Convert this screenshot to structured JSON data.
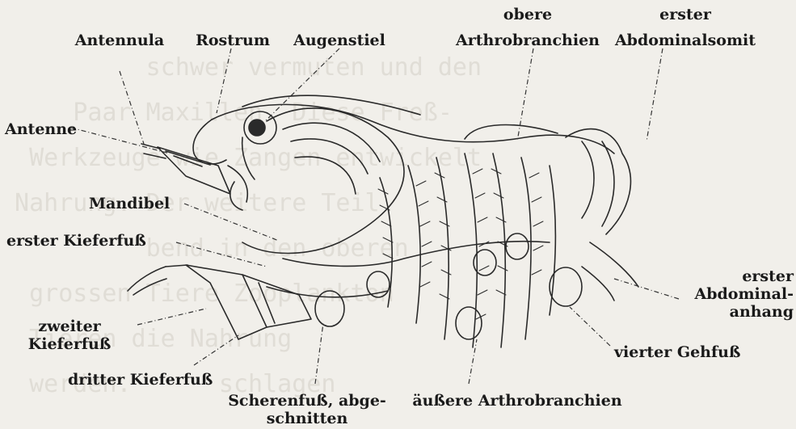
{
  "labels": {
    "antennula": "Antennula",
    "rostrum": "Rostrum",
    "augenstiel": "Augenstiel",
    "obere_line1": "obere",
    "obere_line2": "Arthrobranchien",
    "erster_abd_line1": "erster",
    "erster_abd_line2": "Abdominalsomit",
    "antenne": "Antenne",
    "mandibel": "Mandibel",
    "erster_kieferfuss": "erster Kieferfuß",
    "zweiter_line1": "zweiter",
    "zweiter_line2": "Kieferfuß",
    "dritter_kieferfuss": "dritter Kieferfuß",
    "scheren_line1": "Scherenfuß, abge-",
    "scheren_line2": "schnitten",
    "aeussere": "äußere Arthrobranchien",
    "vierter_gehfuss": "vierter Gehfuß",
    "anhang_line1": "erster",
    "anhang_line2": "Abdominal-",
    "anhang_line3": "anhang"
  }
}
